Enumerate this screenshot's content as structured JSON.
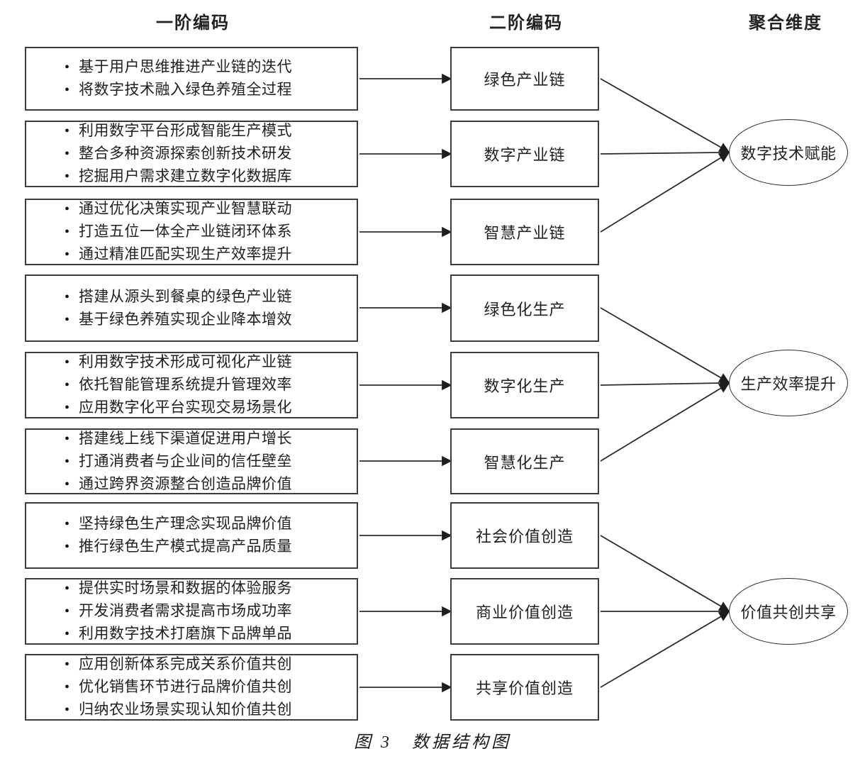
{
  "headers": {
    "first_order": "一阶编码",
    "second_order": "二阶编码",
    "aggregate": "聚合维度"
  },
  "groups": [
    {
      "dimension": "数字技术赋能",
      "rows": [
        {
          "second_order": "绿色产业链",
          "first_order": [
            "基于用户思维推进产业链的迭代",
            "将数字技术融入绿色养殖全过程"
          ]
        },
        {
          "second_order": "数字产业链",
          "first_order": [
            "利用数字平台形成智能生产模式",
            "整合多种资源探索创新技术研发",
            "挖掘用户需求建立数字化数据库"
          ]
        },
        {
          "second_order": "智慧产业链",
          "first_order": [
            "通过优化决策实现产业智慧联动",
            "打造五位一体全产业链闭环体系",
            "通过精准匹配实现生产效率提升"
          ]
        }
      ]
    },
    {
      "dimension": "生产效率提升",
      "rows": [
        {
          "second_order": "绿色化生产",
          "first_order": [
            "搭建从源头到餐桌的绿色产业链",
            "基于绿色养殖实现企业降本增效"
          ]
        },
        {
          "second_order": "数字化生产",
          "first_order": [
            "利用数字技术形成可视化产业链",
            "依托智能管理系统提升管理效率",
            "应用数字化平台实现交易场景化"
          ]
        },
        {
          "second_order": "智慧化生产",
          "first_order": [
            "搭建线上线下渠道促进用户增长",
            "打通消费者与企业间的信任壁垒",
            "通过跨界资源整合创造品牌价值"
          ]
        }
      ]
    },
    {
      "dimension": "价值共创共享",
      "rows": [
        {
          "second_order": "社会价值创造",
          "first_order": [
            "坚持绿色生产理念实现品牌价值",
            "推行绿色生产模式提高产品质量"
          ]
        },
        {
          "second_order": "商业价值创造",
          "first_order": [
            "提供实时场景和数据的体验服务",
            "开发消费者需求提高市场成功率",
            "利用数字技术打磨旗下品牌单品"
          ]
        },
        {
          "second_order": "共享价值创造",
          "first_order": [
            "应用创新体系完成关系价值共创",
            "优化销售环节进行品牌价值共创",
            "归纳农业场景实现认知价值共创"
          ]
        }
      ]
    }
  ],
  "caption": "图 3　数据结构图",
  "colors": {
    "line": "#2b2b2b",
    "border": "#3c3c3c",
    "text": "#1f1f1f",
    "background": "#ffffff"
  }
}
